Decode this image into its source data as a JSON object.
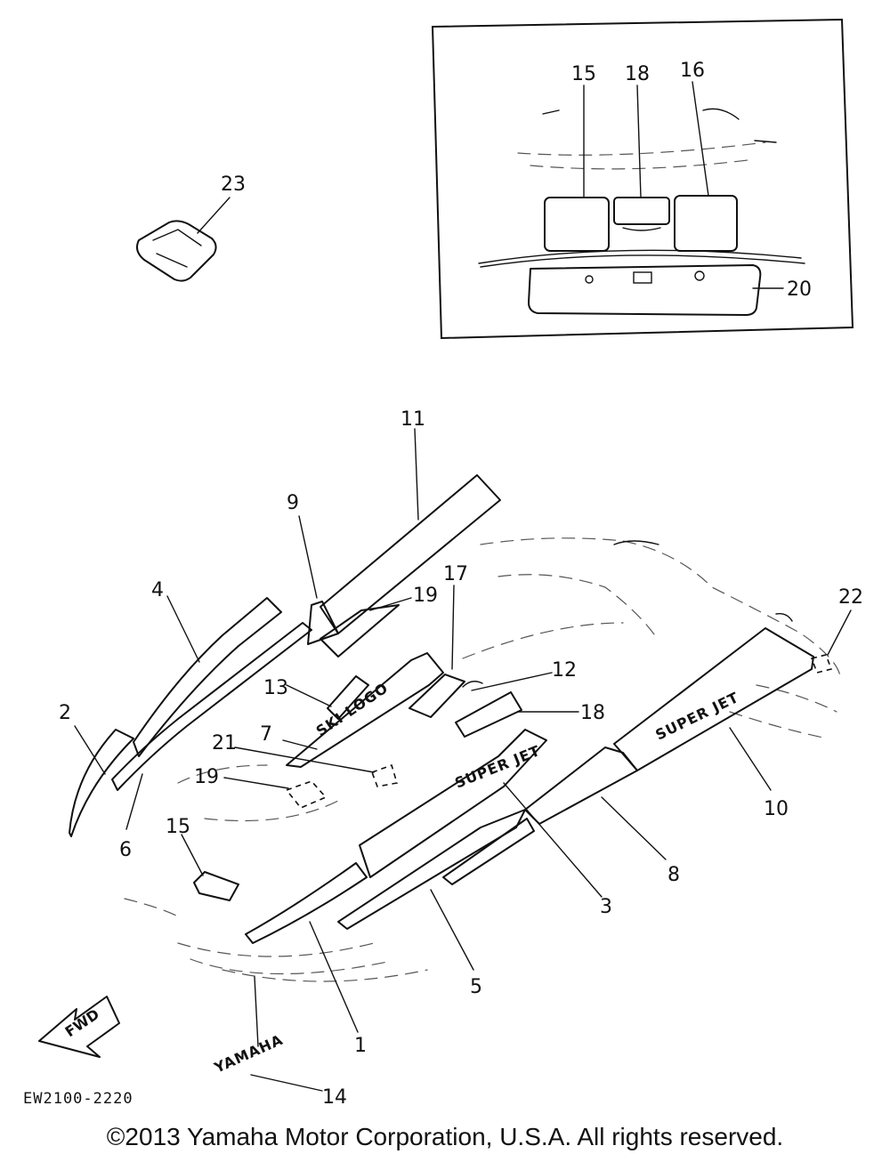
{
  "callouts": {
    "c1": "1",
    "c2": "2",
    "c3": "3",
    "c4": "4",
    "c5": "5",
    "c6": "6",
    "c7": "7",
    "c8": "8",
    "c9": "9",
    "c10": "10",
    "c11": "11",
    "c12": "12",
    "c13": "13",
    "c14": "14",
    "c15_inset": "15",
    "c15": "15",
    "c16": "16",
    "c17": "17",
    "c18_inset": "18",
    "c18": "18",
    "c19_top": "19",
    "c19": "19",
    "c20": "20",
    "c21": "21",
    "c22": "22",
    "c23": "23"
  },
  "fwd_label": "FWD",
  "logo_text": "YAMAHA",
  "diagram_code": "EW2100-2220",
  "copyright": "©2013 Yamaha Motor Corporation, U.S.A. All rights reserved."
}
